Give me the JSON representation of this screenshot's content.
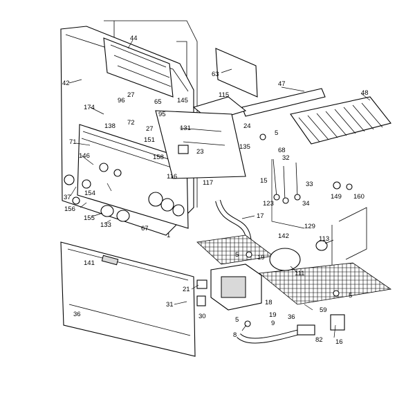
{
  "diagram": {
    "callouts": [
      "44",
      "42",
      "63",
      "47",
      "48",
      "115",
      "145",
      "96",
      "27",
      "65",
      "174",
      "95",
      "72",
      "138",
      "27",
      "131",
      "24",
      "5",
      "151",
      "71",
      "23",
      "135",
      "68",
      "158",
      "146",
      "32",
      "116",
      "117",
      "15",
      "33",
      "149",
      "160",
      "37",
      "154",
      "123",
      "34",
      "156",
      "155",
      "133",
      "67",
      "1",
      "17",
      "129",
      "142",
      "113",
      "5",
      "19",
      "111",
      "141",
      "21",
      "18",
      "5",
      "31",
      "36",
      "30",
      "19",
      "59",
      "36",
      "9",
      "8",
      "82",
      "16",
      "5"
    ],
    "colors": {
      "line": "#000000",
      "background": "#ffffff",
      "shading": "#d9d9d9"
    }
  }
}
